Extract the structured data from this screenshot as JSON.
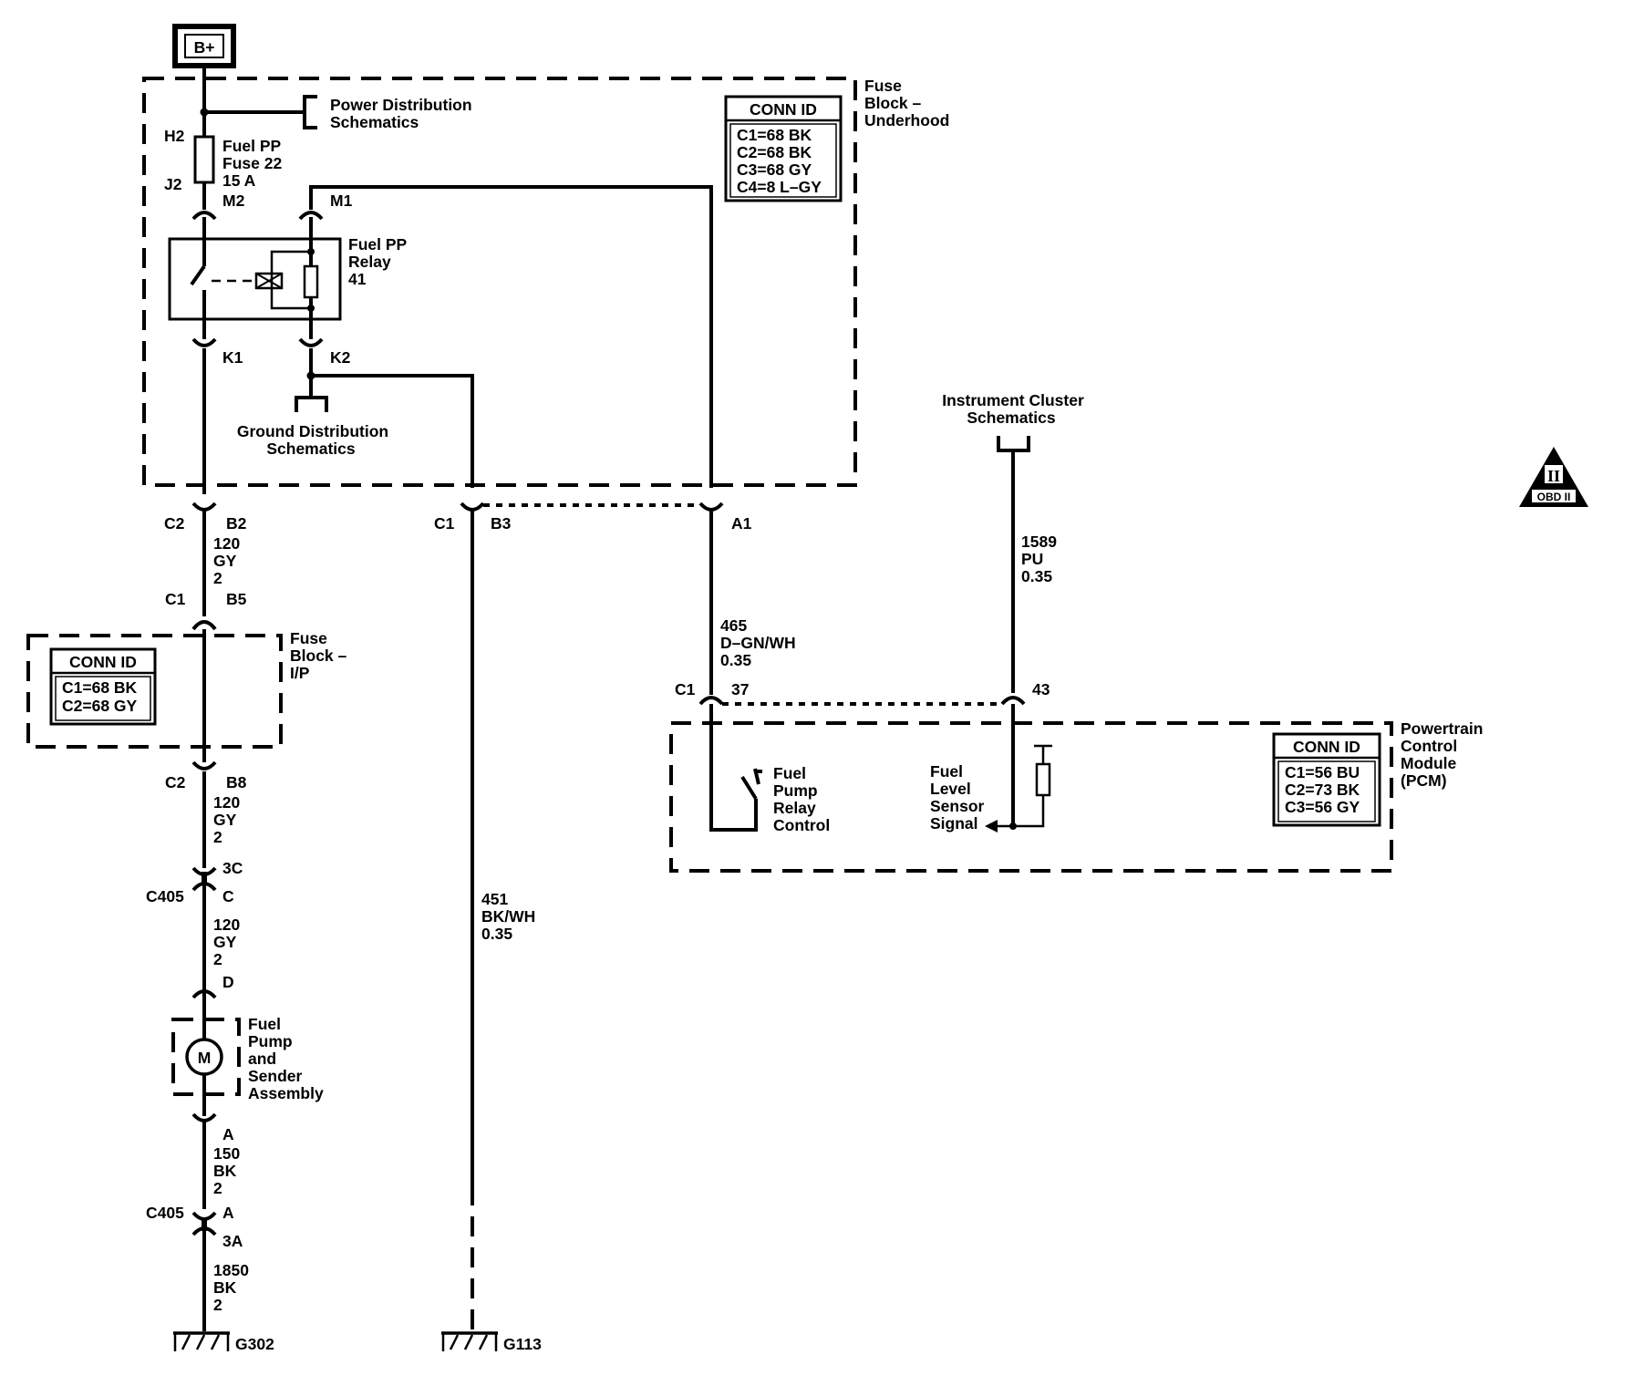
{
  "power": {
    "label": "B+"
  },
  "fuse_block_underhood": {
    "title": [
      "Fuse",
      "Block –",
      "Underhood"
    ],
    "conn_id": {
      "header": "CONN ID",
      "rows": [
        "C1=68 BK",
        "C2=68 BK",
        "C3=68 GY",
        "C4=8 L–GY"
      ]
    }
  },
  "power_distribution": {
    "lines": [
      "Power Distribution",
      "Schematics"
    ]
  },
  "fuse": {
    "top_pin": "H2",
    "bottom_pin": "J2",
    "lines": [
      "Fuel PP",
      "Fuse 22",
      "15 A"
    ]
  },
  "relay": {
    "pins": {
      "m2": "M2",
      "m1": "M1",
      "k1": "K1",
      "k2": "K2"
    },
    "lines": [
      "Fuel PP",
      "Relay",
      "41"
    ]
  },
  "ground_distribution": {
    "lines": [
      "Ground Distribution",
      "Schematics"
    ]
  },
  "instrument_cluster": {
    "lines": [
      "Instrument Cluster",
      "Schematics"
    ]
  },
  "obd_badge": {
    "numeral": "II",
    "text": "OBD II"
  },
  "connectors": {
    "ub_c2": "C2",
    "ub_b2": "B2",
    "ub_c1": "C1",
    "ub_b3": "B3",
    "ub_a1": "A1",
    "ip_c1": "C1",
    "ip_b5": "B5",
    "ip_c2": "C2",
    "ip_b8": "B8",
    "c405_3c": "3C",
    "c405_top": "C405",
    "c405_c": "C",
    "pump_d": "D",
    "pump_a": "A",
    "c405_bottom": "C405",
    "c405_a": "A",
    "c405_3a": "3A",
    "pcm_c1": "C1",
    "pcm_37": "37",
    "pcm_43": "43"
  },
  "wires": {
    "w120a": [
      "120",
      "GY",
      "2"
    ],
    "w120b": [
      "120",
      "GY",
      "2"
    ],
    "w120c": [
      "120",
      "GY",
      "2"
    ],
    "w150": [
      "150",
      "BK",
      "2"
    ],
    "w1850": [
      "1850",
      "BK",
      "2"
    ],
    "w451": [
      "451",
      "BK/WH",
      "0.35"
    ],
    "w465": [
      "465",
      "D–GN/WH",
      "0.35"
    ],
    "w1589": [
      "1589",
      "PU",
      "0.35"
    ]
  },
  "fuse_block_ip": {
    "title": [
      "Fuse",
      "Block –",
      "I/P"
    ],
    "conn_id": {
      "header": "CONN ID",
      "rows": [
        "C1=68 BK",
        "C2=68 GY"
      ]
    }
  },
  "fuel_pump": {
    "symbol": "M",
    "lines": [
      "Fuel",
      "Pump",
      "and",
      "Sender",
      "Assembly"
    ]
  },
  "grounds": {
    "g302": "G302",
    "g113": "G113"
  },
  "pcm": {
    "title": [
      "Powertrain",
      "Control",
      "Module",
      "(PCM)"
    ],
    "conn_id": {
      "header": "CONN ID",
      "rows": [
        "C1=56 BU",
        "C2=73 BK",
        "C3=56 GY"
      ]
    },
    "relay_control": [
      "Fuel",
      "Pump",
      "Relay",
      "Control"
    ],
    "level_sensor": [
      "Fuel",
      "Level",
      "Sensor",
      "Signal"
    ]
  }
}
